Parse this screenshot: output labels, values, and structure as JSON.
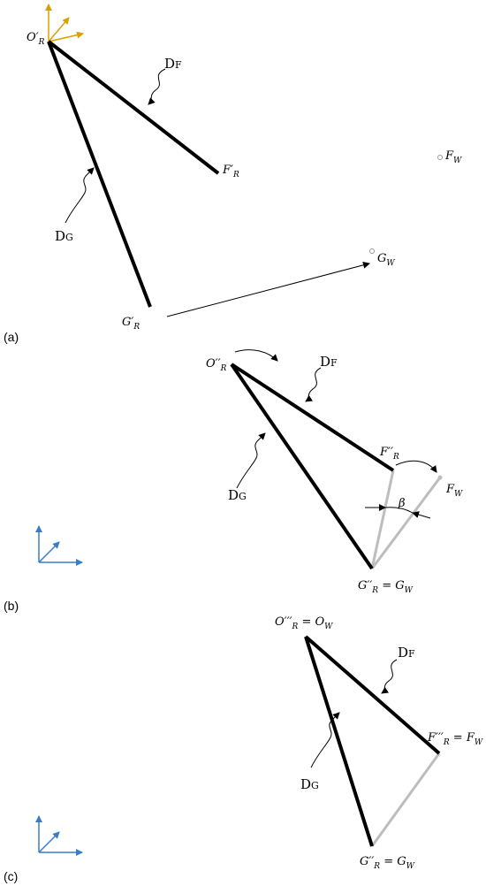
{
  "colors": {
    "line": "#000000",
    "gray_line": "#bdbdbd",
    "axis_orange": "#d9a000",
    "axis_blue": "#3a7cc7",
    "point_gray": "#9a9a9a"
  },
  "panels": {
    "a": "(a)",
    "b": "(b)",
    "c": "(c)"
  },
  "panel_a": {
    "origin": {
      "main": "O",
      "prime": "′",
      "sub": "R"
    },
    "df": {
      "main": "D",
      "sub": "F"
    },
    "dg": {
      "main": "D",
      "sub": "G"
    },
    "fr": {
      "main": "F",
      "prime": "′",
      "sub": "R"
    },
    "gr": {
      "main": "G",
      "prime": "′",
      "sub": "R"
    },
    "fw": {
      "main": "F",
      "sub": "W"
    },
    "gw": {
      "main": "G",
      "sub": "W"
    }
  },
  "panel_b": {
    "origin": {
      "main": "O",
      "prime": "′′",
      "sub": "R"
    },
    "df": {
      "main": "D",
      "sub": "F"
    },
    "dg": {
      "main": "D",
      "sub": "G"
    },
    "fr": {
      "main": "F",
      "prime": "′′",
      "sub": "R"
    },
    "fw": {
      "main": "F",
      "sub": "W"
    },
    "beta": "β",
    "gr": {
      "main": "G",
      "prime": "′′",
      "sub": "R",
      "eq": " = ",
      "main2": "G",
      "sub2": "W"
    }
  },
  "panel_c": {
    "origin": {
      "main": "O",
      "prime": "′′′",
      "sub": "R",
      "eq": " = ",
      "main2": "O",
      "sub2": "W"
    },
    "df": {
      "main": "D",
      "sub": "F"
    },
    "dg": {
      "main": "D",
      "sub": "G"
    },
    "fr": {
      "main": "F",
      "prime": "′′′",
      "sub": "R",
      "eq": " = ",
      "main2": "F",
      "sub2": "W"
    },
    "gr": {
      "main": "G",
      "prime": "′′",
      "sub": "R",
      "eq": " = ",
      "main2": "G",
      "sub2": "W"
    }
  }
}
